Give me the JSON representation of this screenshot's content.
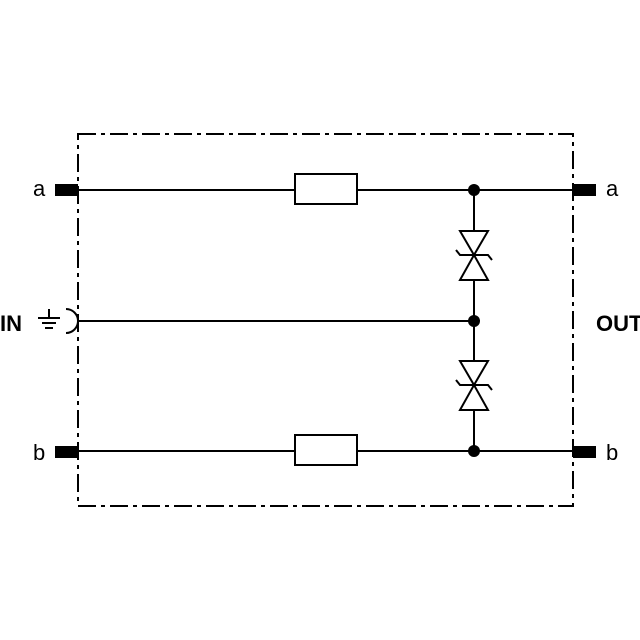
{
  "labels": {
    "in": "IN",
    "out": "OUT",
    "in_a": "a",
    "in_b": "b",
    "out_a": "a",
    "out_b": "b"
  },
  "icons": {
    "ground": "ground-icon",
    "resistor": "resistor-symbol",
    "tvs_diode": "bidirectional-tvs-diode-symbol"
  },
  "colors": {
    "line": "#000000",
    "background": "#ffffff"
  }
}
